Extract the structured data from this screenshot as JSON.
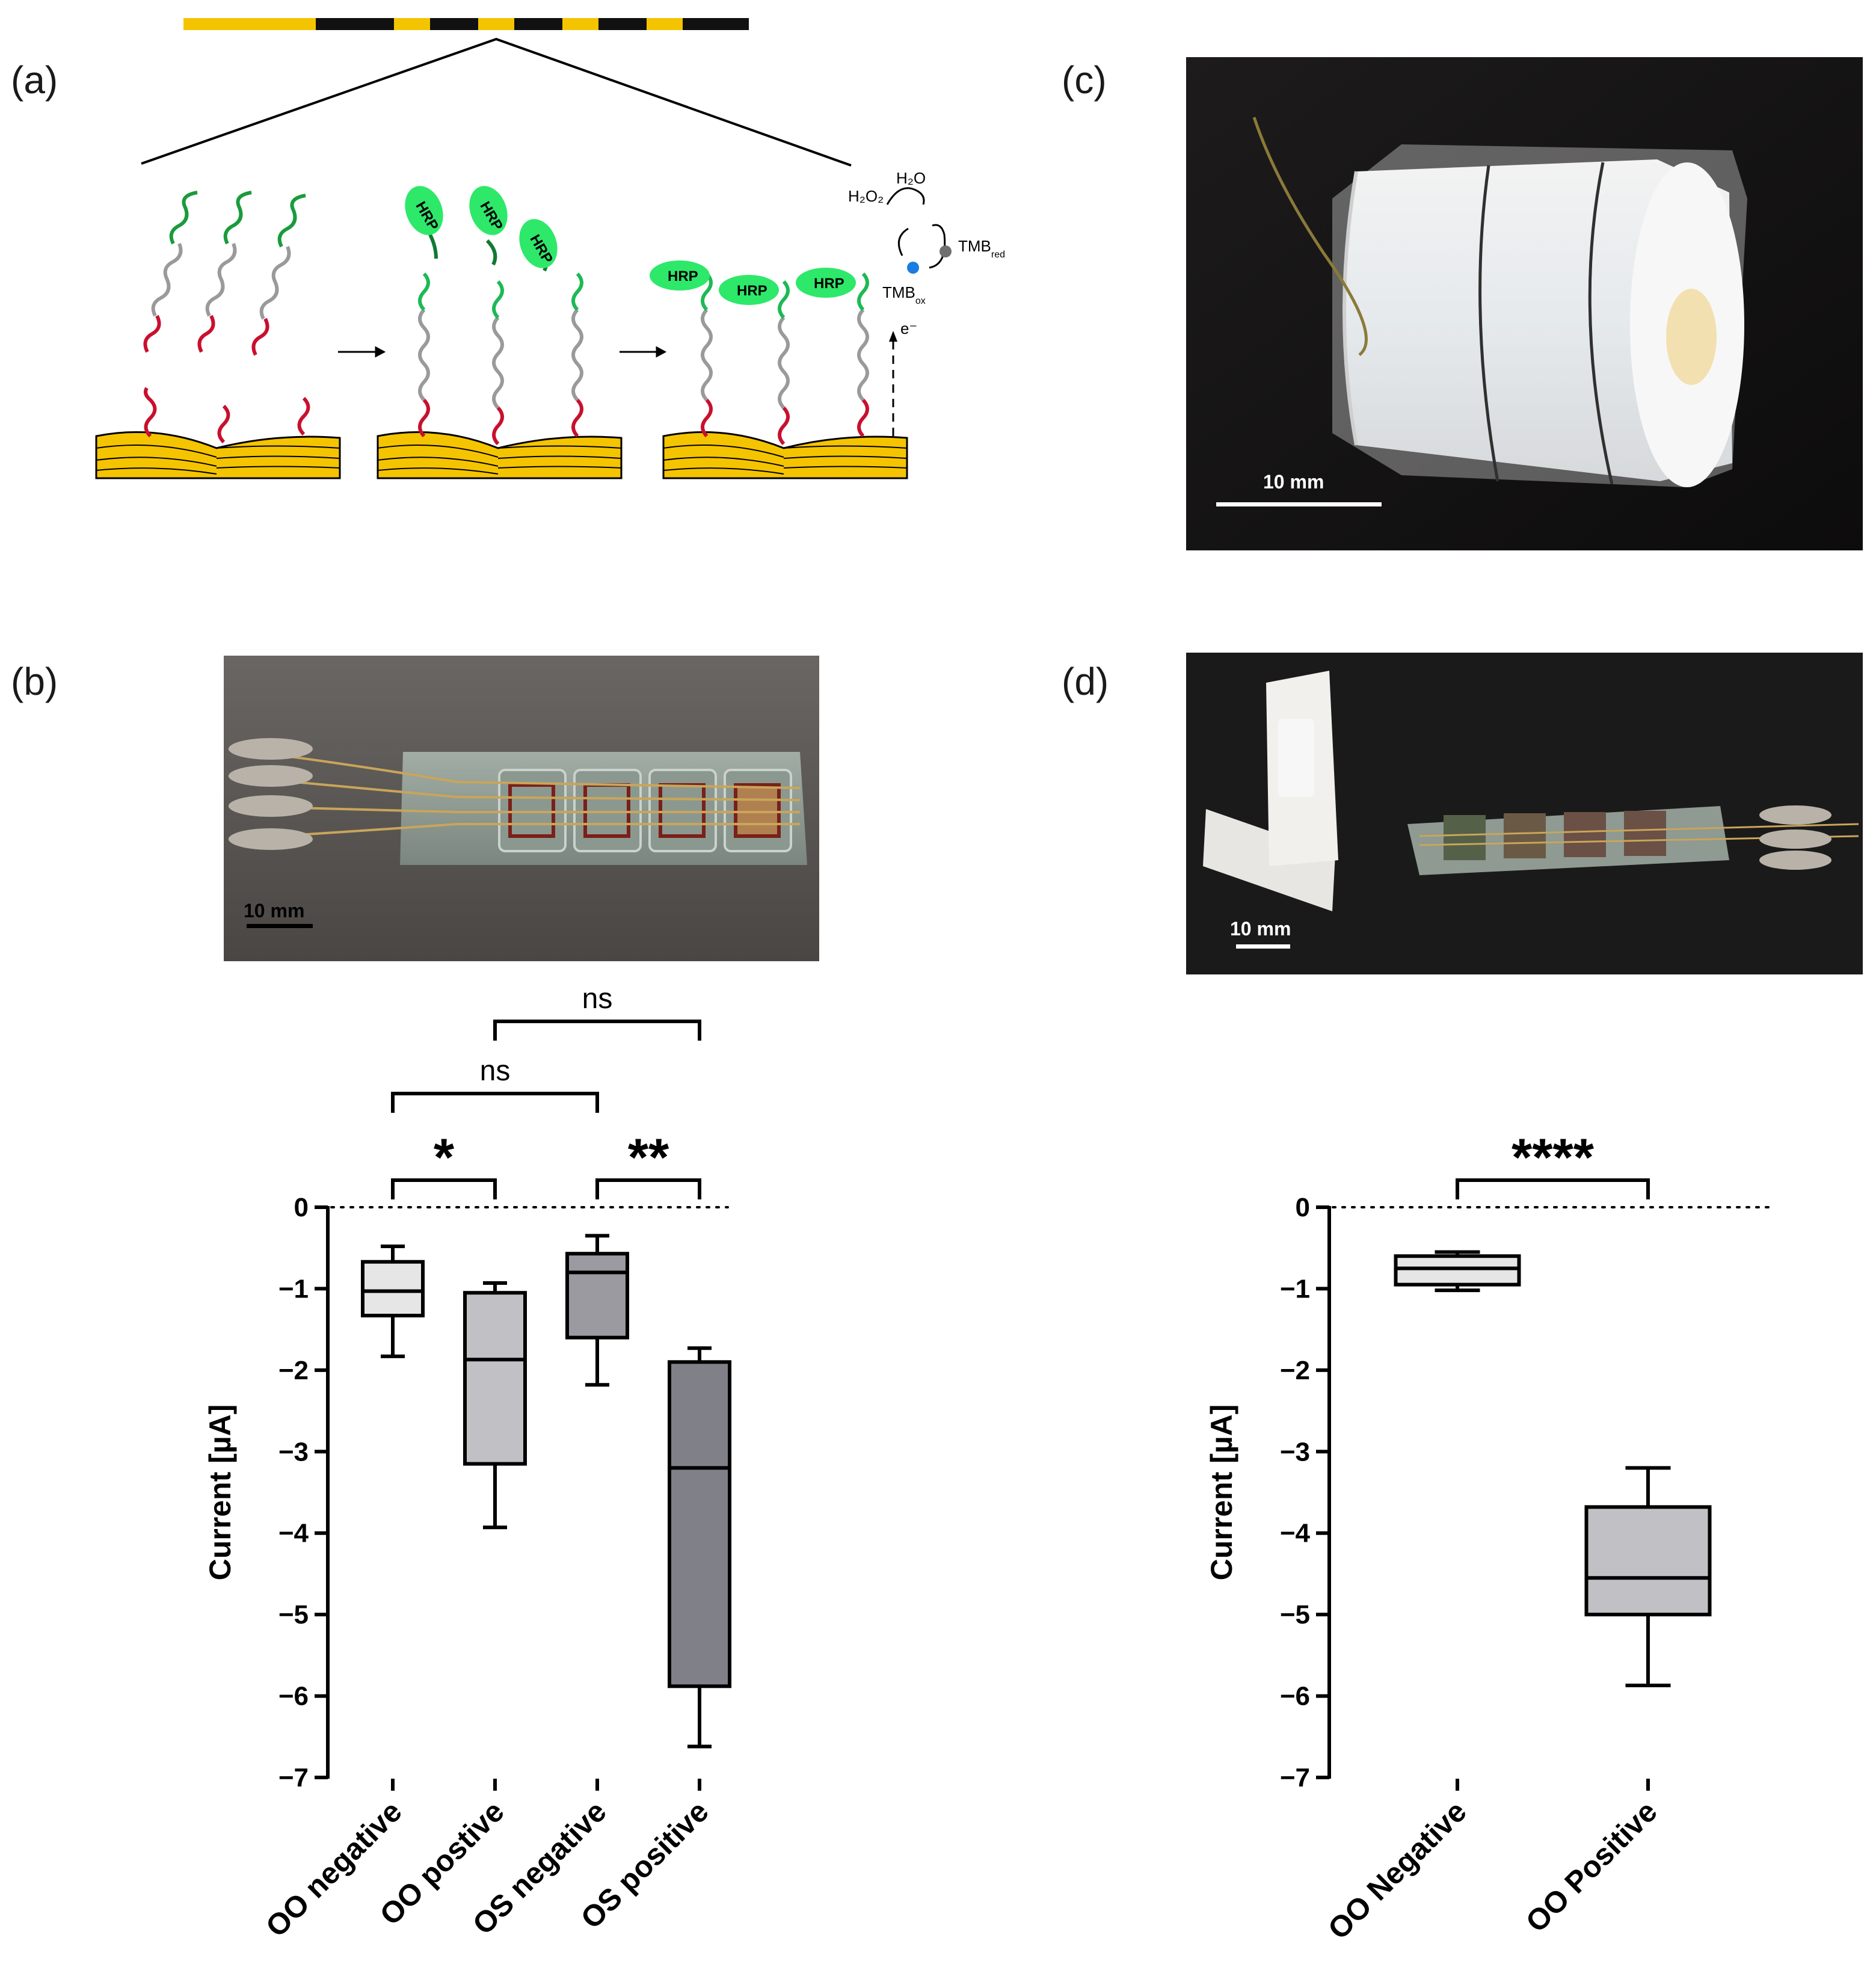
{
  "panels": {
    "a": {
      "label": "(a)"
    },
    "b": {
      "label": "(b)",
      "scale_bar": "10 mm"
    },
    "c": {
      "label": "(c)",
      "scale_bar": "10 mm"
    },
    "d": {
      "label": "(d)",
      "scale_bar": "10 mm"
    }
  },
  "schematic": {
    "hrp_label": "HRP",
    "h2o2": "H₂O₂",
    "h2o": "H₂O",
    "tmb_red": "TMB",
    "tmb_red_sub": "red",
    "tmb_ox": "TMB",
    "tmb_ox_sub": "ox",
    "electron": "e⁻",
    "colors": {
      "gold": "#f5c400",
      "red": "#c8102e",
      "green": "#1db954",
      "hrp": "#2ee86a",
      "tmb_ox": "#1a7de0",
      "tmb_red": "#707070"
    }
  },
  "chart_data": [
    {
      "type": "box",
      "panel": "b",
      "ylabel": "Current [µA]",
      "ylim": [
        -7,
        0
      ],
      "yticks": [
        "0",
        "−1",
        "−2",
        "−3",
        "−4",
        "−5",
        "−6",
        "−7"
      ],
      "categories": [
        "OO negative",
        "OO postive",
        "OS negative",
        "OS positive"
      ],
      "boxes": [
        {
          "whisker_low": -1.83,
          "q1": -1.33,
          "median": -1.03,
          "q3": -0.67,
          "whisker_high": -0.48,
          "fill": "#e6e6e6"
        },
        {
          "whisker_low": -3.93,
          "q1": -3.15,
          "median": -1.87,
          "q3": -1.05,
          "whisker_high": -0.93,
          "fill": "#c0c0c5"
        },
        {
          "whisker_low": -2.18,
          "q1": -1.6,
          "median": -0.8,
          "q3": -0.57,
          "whisker_high": -0.35,
          "fill": "#9a9aa0"
        },
        {
          "whisker_low": -6.62,
          "q1": -5.88,
          "median": -3.2,
          "q3": -1.9,
          "whisker_high": -1.73,
          "fill": "#808088"
        }
      ],
      "significance": [
        {
          "from": 0,
          "to": 1,
          "label": "*"
        },
        {
          "from": 2,
          "to": 3,
          "label": "**"
        },
        {
          "from": 0,
          "to": 2,
          "label": "ns"
        },
        {
          "from": 1,
          "to": 3,
          "label": "ns"
        }
      ]
    },
    {
      "type": "box",
      "panel": "d",
      "ylabel": "Current [µA]",
      "ylim": [
        -7,
        0
      ],
      "yticks": [
        "0",
        "−1",
        "−2",
        "−3",
        "−4",
        "−5",
        "−6",
        "−7"
      ],
      "categories": [
        "OO Negative",
        "OO Positive"
      ],
      "boxes": [
        {
          "whisker_low": -1.02,
          "q1": -0.95,
          "median": -0.75,
          "q3": -0.6,
          "whisker_high": -0.55,
          "fill": "#e6e6e6"
        },
        {
          "whisker_low": -5.87,
          "q1": -5.0,
          "median": -4.55,
          "q3": -3.68,
          "whisker_high": -3.2,
          "fill": "#c0c0c5"
        }
      ],
      "significance": [
        {
          "from": 0,
          "to": 1,
          "label": "****"
        }
      ]
    }
  ]
}
